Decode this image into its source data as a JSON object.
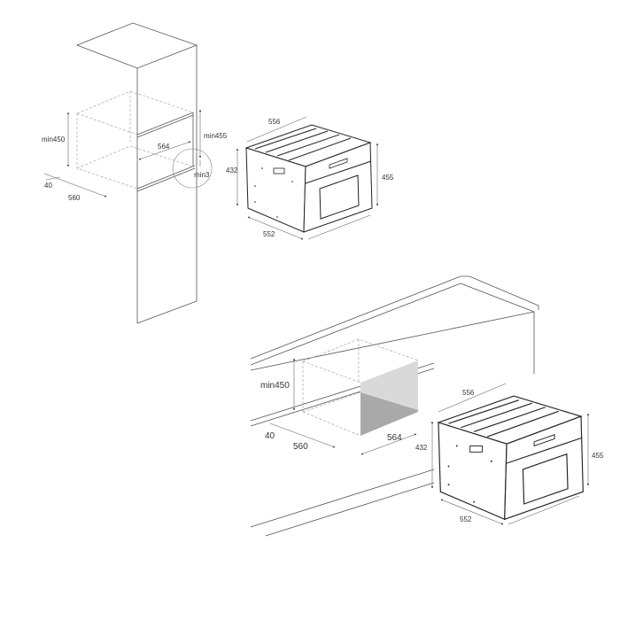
{
  "top_installation": {
    "niche_labels": {
      "height": "min450",
      "gap": "40",
      "depth": "560",
      "width": "564",
      "cabinet_height": "min455",
      "clearance": "min3"
    },
    "oven_labels": {
      "width": "556",
      "side_height": "432",
      "front_height": "455",
      "depth": "552"
    }
  },
  "bottom_installation": {
    "niche_labels": {
      "height": "min450",
      "gap": "40",
      "depth": "560",
      "width": "564"
    },
    "oven_labels": {
      "width": "556",
      "side_height": "432",
      "front_height": "455",
      "depth": "552"
    }
  },
  "colors": {
    "panel_light": "#d9d9d9",
    "panel_dark": "#a9a9a9"
  }
}
